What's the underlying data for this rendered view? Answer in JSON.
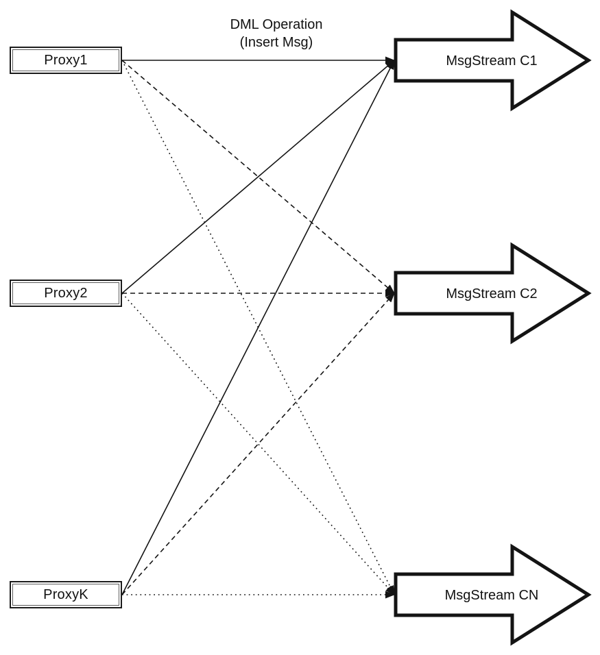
{
  "title": {
    "line1": "DML Operation",
    "line2": "(Insert Msg)"
  },
  "nodes": {
    "proxies": [
      {
        "id": "proxy1",
        "label": "Proxy1"
      },
      {
        "id": "proxy2",
        "label": "Proxy2"
      },
      {
        "id": "proxyk",
        "label": "ProxyK"
      }
    ],
    "streams": [
      {
        "id": "c1",
        "label": "MsgStream C1"
      },
      {
        "id": "c2",
        "label": "MsgStream C2"
      },
      {
        "id": "cn",
        "label": "MsgStream CN"
      }
    ]
  },
  "edges": [
    {
      "from": "proxy1",
      "to": "c1",
      "style": "solid"
    },
    {
      "from": "proxy1",
      "to": "c2",
      "style": "dashed"
    },
    {
      "from": "proxy1",
      "to": "cn",
      "style": "dotted"
    },
    {
      "from": "proxy2",
      "to": "c1",
      "style": "solid"
    },
    {
      "from": "proxy2",
      "to": "c2",
      "style": "dashed"
    },
    {
      "from": "proxy2",
      "to": "cn",
      "style": "dotted"
    },
    {
      "from": "proxyk",
      "to": "c1",
      "style": "solid"
    },
    {
      "from": "proxyk",
      "to": "c2",
      "style": "dashed"
    },
    {
      "from": "proxyk",
      "to": "cn",
      "style": "dotted"
    }
  ],
  "colors": {
    "stroke": "#141414",
    "fill": "#ffffff",
    "background": "#ffffff"
  }
}
